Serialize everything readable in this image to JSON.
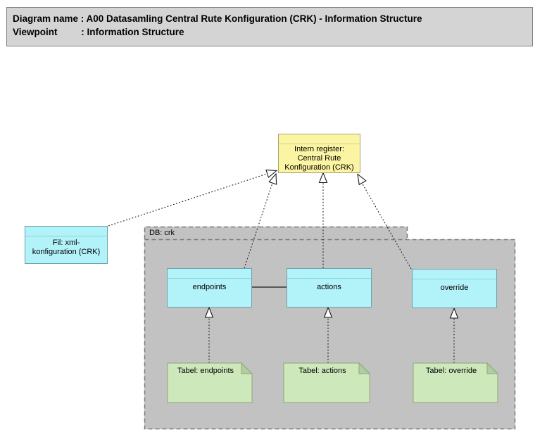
{
  "header": {
    "lines": [
      "Diagram name : A00 Datasamling Central Rute Konfiguration (CRK) - Information Structure",
      "Viewpoint         : Information Structure"
    ]
  },
  "nodes": {
    "intern_register": {
      "label": "Intern register:\nCentral Rute\nKonfiguration (CRK)"
    },
    "fil_xml": {
      "label": "Fil: xml-\nkonfiguration (CRK)"
    },
    "db_group": {
      "label": "DB: crk"
    },
    "endpoints": {
      "label": "endpoints"
    },
    "actions": {
      "label": "actions"
    },
    "override": {
      "label": "override"
    },
    "note_endpoints": {
      "label": "Tabel: endpoints"
    },
    "note_actions": {
      "label": "Tabel: actions"
    },
    "note_override": {
      "label": "Tabel: override"
    }
  },
  "colors": {
    "bg": "#ffffff",
    "header_fill": "#d4d4d4",
    "header_border": "#808080",
    "header_text": "#000000",
    "yellow_fill": "#fbf5a3",
    "yellow_border": "#a6a372",
    "yellow_divider": "#d6cf8f",
    "cyan_fill": "#b2f2f9",
    "cyan_border": "#6ba2ab",
    "cyan_divider": "#8ad2da",
    "green_fill": "#cde8ba",
    "green_border": "#8ba877",
    "green_fold": "#b3cba1",
    "gray_fill": "#c2c2c2",
    "gray_dash": "#7a7a7a",
    "line": "#1a1a1a"
  }
}
